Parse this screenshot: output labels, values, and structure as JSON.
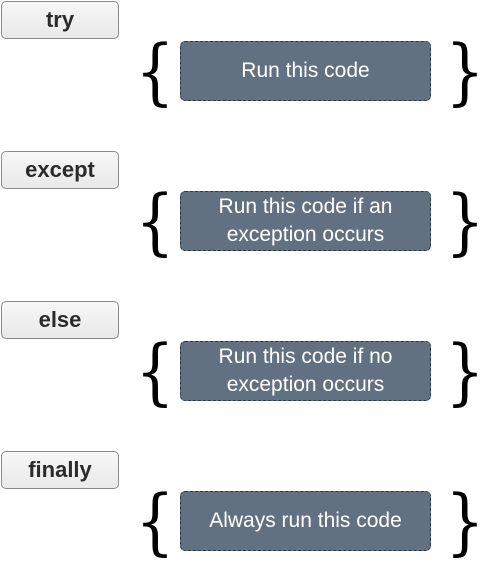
{
  "blocks": [
    {
      "keyword": "try",
      "description": "Run this code"
    },
    {
      "keyword": "except",
      "description": "Run this code if an exception occurs"
    },
    {
      "keyword": "else",
      "description": "Run this code if no exception occurs"
    },
    {
      "keyword": "finally",
      "description": "Always run this code"
    }
  ],
  "brace_open": "{",
  "brace_close": "}"
}
